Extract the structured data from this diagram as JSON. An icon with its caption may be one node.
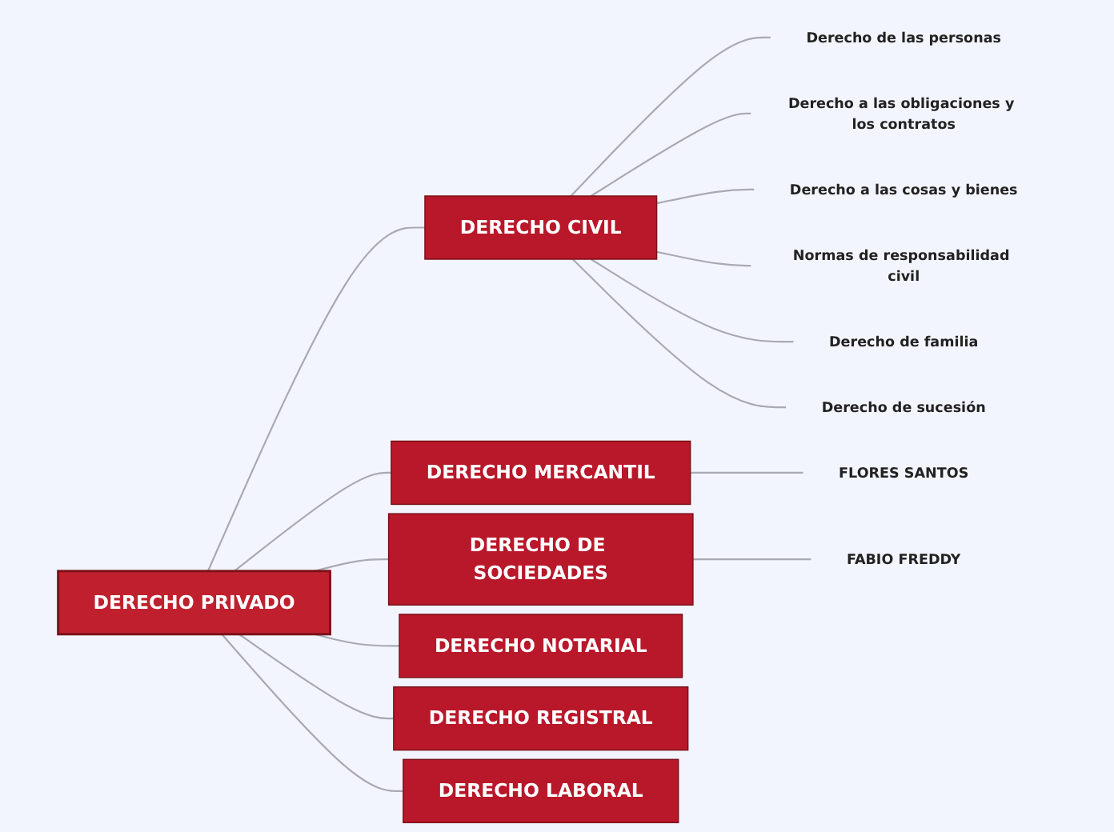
{
  "diagram": {
    "nodes": [
      {
        "text": [
          "DERECHO PRIVADO"
        ]
      },
      {
        "text": [
          "DERECHO CIVIL"
        ]
      },
      {
        "text": [
          "Derecho de las personas"
        ]
      },
      {
        "text": [
          "Derecho a las obligaciones y los contratos"
        ]
      },
      {
        "text": [
          "Derecho a las cosas y bienes"
        ]
      },
      {
        "text": [
          "Normas de responsabilidad civil"
        ]
      },
      {
        "text": [
          "Derecho de familia"
        ]
      },
      {
        "text": [
          "Derecho de sucesión"
        ]
      },
      {
        "text": [
          "DERECHO MERCANTIL"
        ]
      },
      {
        "text": [
          "FLORES SANTOS"
        ]
      },
      {
        "text": [
          "DERECHO DE SOCIEDADES"
        ]
      },
      {
        "text": [
          "FABIO FREDDY"
        ]
      },
      {
        "text": [
          "DERECHO NOTARIAL"
        ]
      },
      {
        "text": [
          "DERECHO REGISTRAL"
        ]
      },
      {
        "text": [
          "DERECHO LABORAL"
        ]
      }
    ],
    "edges": [
      {
        "from": 0,
        "to": 1,
        "arrow": "none"
      },
      {
        "from": 1,
        "to": 2,
        "arrow": "none"
      },
      {
        "from": 1,
        "to": 3,
        "arrow": "none"
      },
      {
        "from": 1,
        "to": 4,
        "arrow": "none"
      },
      {
        "from": 1,
        "to": 5,
        "arrow": "none"
      },
      {
        "from": 1,
        "to": 6,
        "arrow": "none"
      },
      {
        "from": 1,
        "to": 7,
        "arrow": "none"
      },
      {
        "from": 0,
        "to": 8,
        "arrow": "none"
      },
      {
        "from": 8,
        "to": 9,
        "arrow": "none"
      },
      {
        "from": 0,
        "to": 10,
        "arrow": "none"
      },
      {
        "from": 10,
        "to": 11,
        "arrow": "none"
      },
      {
        "from": 0,
        "to": 12,
        "arrow": "none"
      },
      {
        "from": 0,
        "to": 13,
        "arrow": "none"
      },
      {
        "from": 0,
        "to": 14,
        "arrow": "none"
      }
    ]
  }
}
